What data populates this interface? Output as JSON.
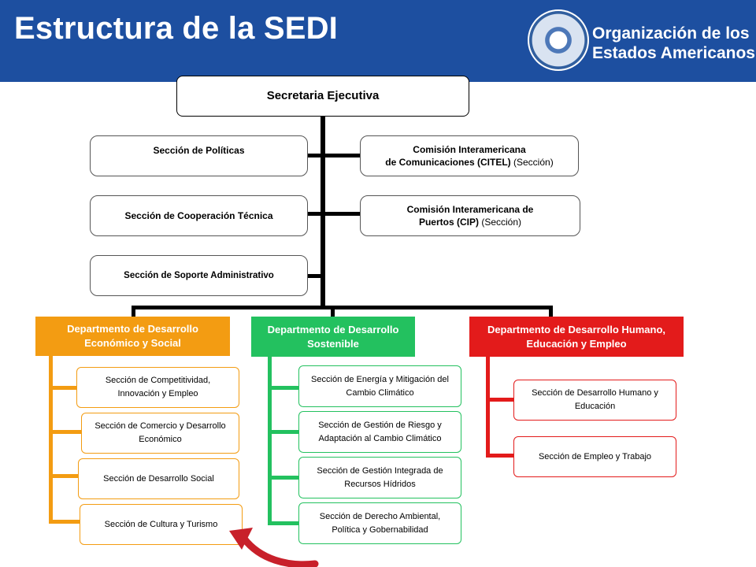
{
  "header": {
    "title": "Estructura de la SEDI",
    "org_name_line1": "Organización de los",
    "org_name_line2": "Estados Americanos",
    "logo_icon": "oas-seal-icon",
    "background": "#1d4fa0"
  },
  "top": {
    "executive": "Secretaria Ejecutiva",
    "left_sections": [
      "Sección de Políticas",
      "Sección de Cooperación Técnica",
      "Sección de Soporte Administrativo"
    ],
    "right_sections": [
      {
        "line1": "Comisión Interamericana",
        "line2": "de Comunicaciones  (CITEL)",
        "suffix": "(Sección)"
      },
      {
        "line1": "Comisión Interamericana de",
        "line2": "Puertos (CIP)",
        "suffix": "(Sección)"
      }
    ]
  },
  "departments": [
    {
      "name": "Departmento de Desarrollo Económico y Social",
      "color": "#f39c12",
      "sections": [
        "Sección  de Competitividad,  Innovación  y Empleo",
        "Sección  de Comercio  y Desarrollo Económico",
        "Sección  de Desarrollo  Social",
        "Sección  de Cultura y Turismo"
      ]
    },
    {
      "name": "Departmento de Desarrollo Sostenible",
      "color": "#23c15f",
      "sections": [
        "Sección  de Energía  y Mitigación del Cambio Climático",
        "Sección  de Gestión de Riesgo  y Adaptación al Cambio Climático",
        "Sección  de Gestión  Integrada de Recursos  Hídridos",
        "Sección  de Derecho  Ambiental, Política  y Gobernabilidad"
      ]
    },
    {
      "name": "Departmento de Desarrollo Humano, Educación y Empleo",
      "color": "#e31b1b",
      "sections": [
        "Sección  de Desarrollo  Humano y Educación",
        "Sección  de Empleo  y Trabajo"
      ]
    }
  ],
  "annotation_arrow": {
    "icon": "curved-arrow-icon",
    "color": "#c8202a"
  }
}
